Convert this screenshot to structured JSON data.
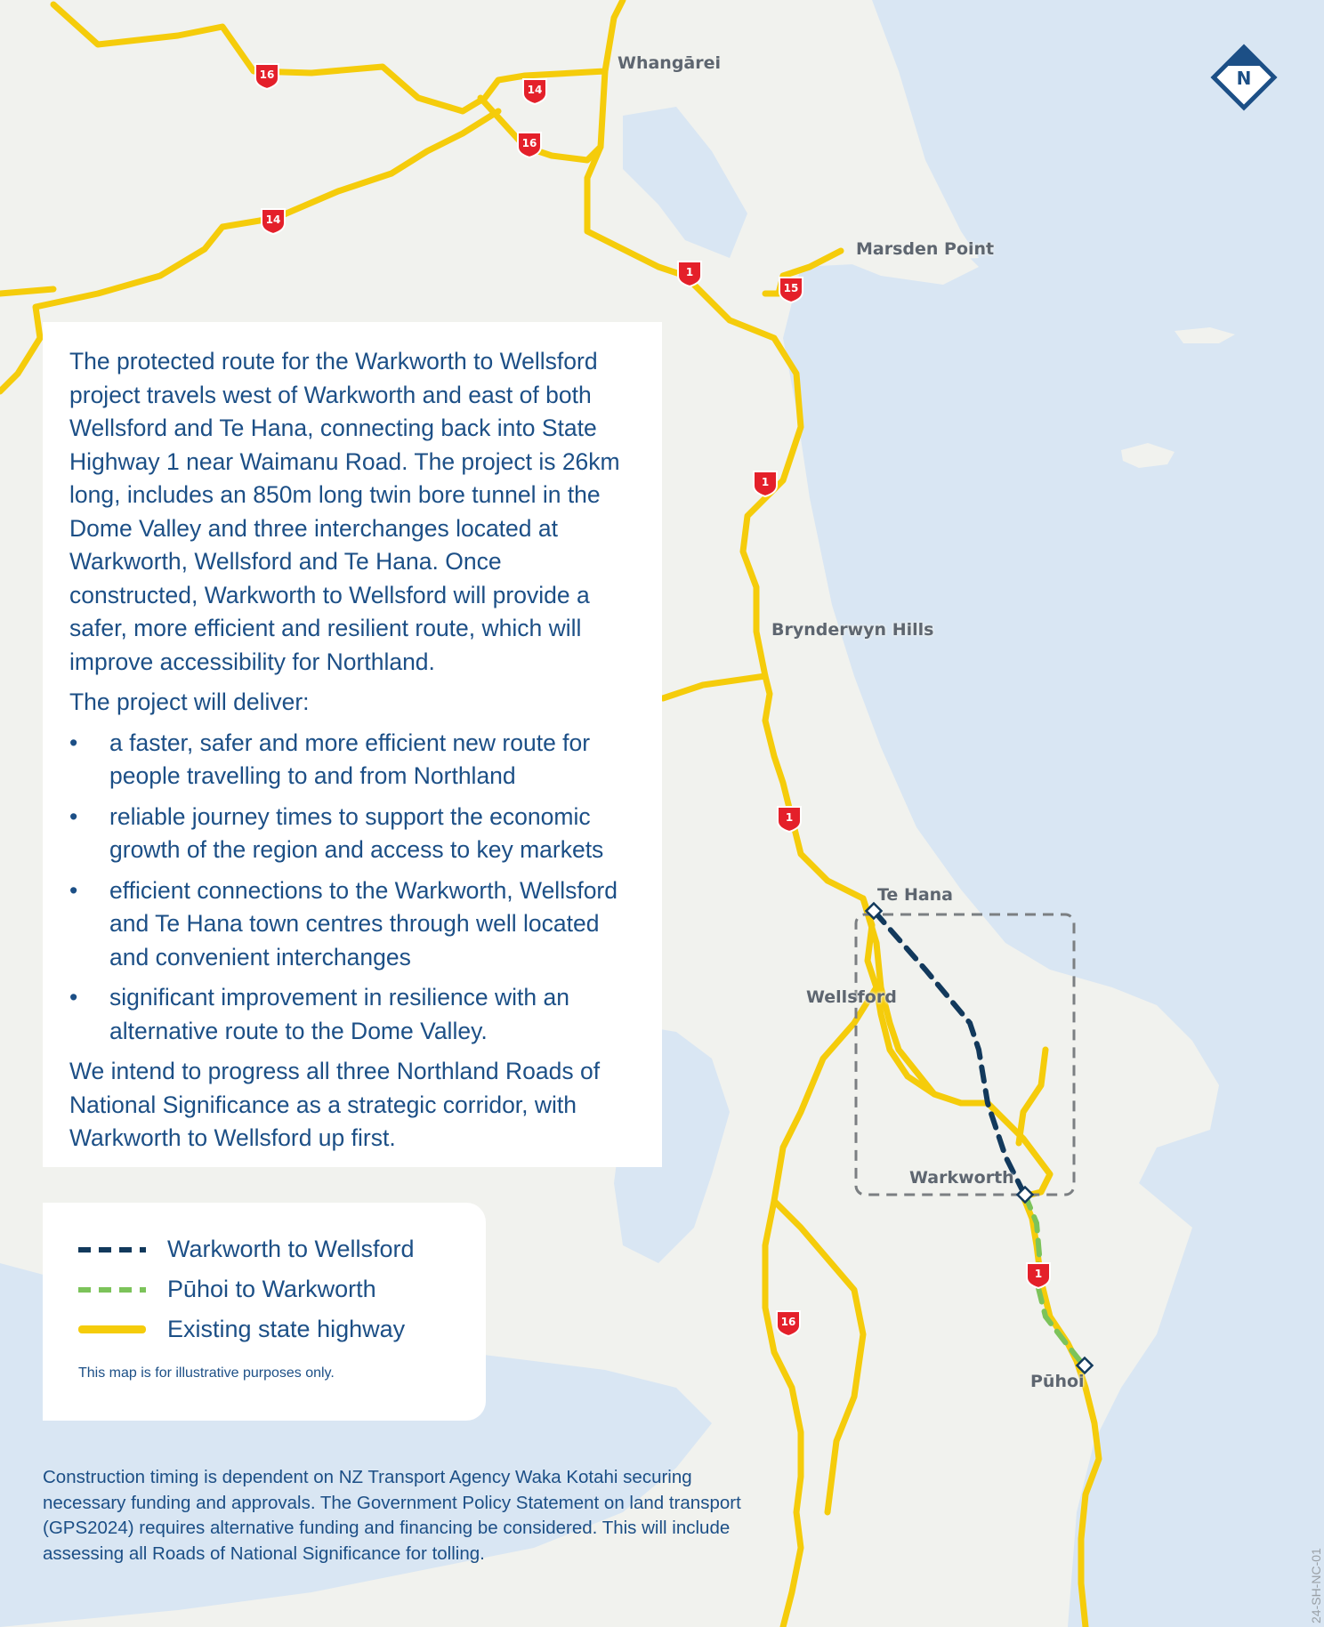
{
  "map": {
    "compass_label": "N",
    "places": {
      "whangarei": "Whangārei",
      "marsden_point": "Marsden Point",
      "brynderwyn_hills": "Brynderwyn Hills",
      "te_hana": "Te Hana",
      "wellsford": "Wellsford",
      "warkworth": "Warkworth",
      "puhoi": "Pūhoi"
    },
    "shields": [
      "16",
      "14",
      "16",
      "14",
      "1",
      "15",
      "1",
      "1",
      "1",
      "16"
    ],
    "colors": {
      "land": "#f1f2ee",
      "water": "#d9e6f3",
      "state_highway": "#f5cc0b",
      "warkworth_to_wellsford": "#12395c",
      "puhoi_to_warkworth": "#7cc35a",
      "shield": "#e4202a",
      "compass": "#1c4f86"
    }
  },
  "info": {
    "intro": "The protected route for the Warkworth to Wellsford project travels west of Warkworth and east of both Wellsford and Te Hana, connecting back into State Highway 1 near Waimanu Road. The project is 26km long, includes an 850m long twin bore tunnel in the Dome Valley and three interchanges located at Warkworth, Wellsford  and Te Hana. Once constructed, Warkworth to Wellsford will provide a safer, more efficient and resilient route, which will improve accessibility for Northland.",
    "deliver_heading": "The project will deliver:",
    "bullets": [
      "a faster, safer and more efficient new route for people travelling to and from Northland",
      "reliable journey times to support the economic growth of the region and access to key markets",
      "efficient connections to the Warkworth, Wellsford and Te Hana town centres through well located and convenient interchanges",
      "significant improvement in resilience with an alternative route to the Dome Valley."
    ],
    "closing": "We intend to progress all three Northland Roads of National Significance as a strategic corridor, with Warkworth to Wellsford up first."
  },
  "legend": {
    "items": [
      {
        "label": "Warkworth to Wellsford"
      },
      {
        "label": "Pūhoi to Warkworth"
      },
      {
        "label": "Existing state highway"
      }
    ],
    "disclaimer": "This map is for illustrative purposes only."
  },
  "footer": {
    "note": "Construction timing is dependent on NZ Transport Agency Waka Kotahi securing necessary funding and approvals. The Government Policy Statement on land transport (GPS2024) requires alternative funding and financing be considered. This will include assessing all Roads of National Significance for tolling."
  },
  "doc_code": "24-SH-NC-01"
}
